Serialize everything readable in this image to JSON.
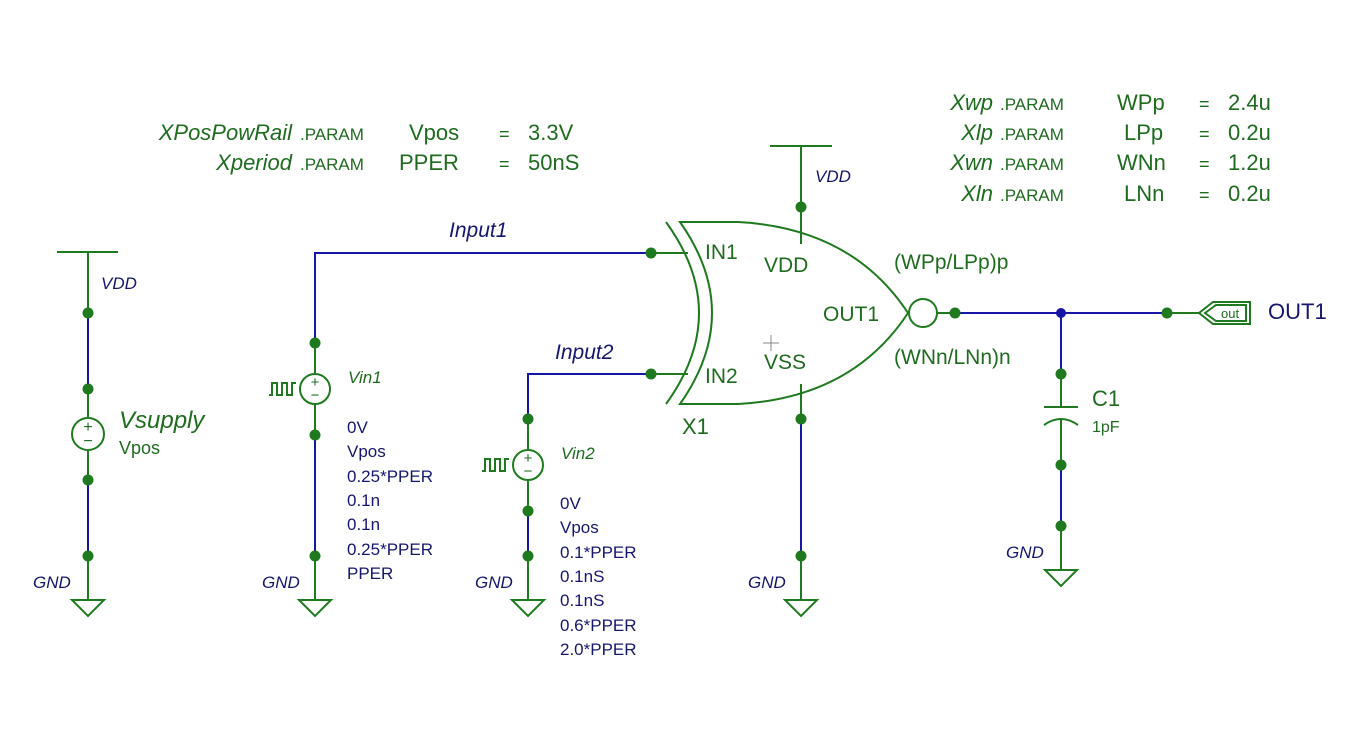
{
  "params": {
    "left": [
      {
        "inst": "XPosPowRail",
        "kw": ".PARAM",
        "name": "Vpos",
        "eq": "=",
        "value": "3.3V"
      },
      {
        "inst": "Xperiod",
        "kw": ".PARAM",
        "name": "PPER",
        "eq": "=",
        "value": "50nS"
      }
    ],
    "right": [
      {
        "inst": "Xwp",
        "kw": ".PARAM",
        "name": "WPp",
        "eq": "=",
        "value": "2.4u"
      },
      {
        "inst": "Xlp",
        "kw": ".PARAM",
        "name": "LPp",
        "eq": "=",
        "value": "0.2u"
      },
      {
        "inst": "Xwn",
        "kw": ".PARAM",
        "name": "WNn",
        "eq": "=",
        "value": "1.2u"
      },
      {
        "inst": "Xln",
        "kw": ".PARAM",
        "name": "LNn",
        "eq": "=",
        "value": "0.2u"
      }
    ]
  },
  "supply": {
    "name": "Vsupply",
    "value": "Vpos",
    "vdd": "VDD",
    "gnd": "GND"
  },
  "vin1": {
    "name": "Vin1",
    "net": "Input1",
    "gnd": "GND",
    "params": [
      "0V",
      "Vpos",
      "0.25*PPER",
      "0.1n",
      "0.1n",
      "0.25*PPER",
      "PPER"
    ]
  },
  "vin2": {
    "name": "Vin2",
    "net": "Input2",
    "gnd": "GND",
    "params": [
      "0V",
      "Vpos",
      "0.1*PPER",
      "0.1nS",
      "0.1nS",
      "0.6*PPER",
      "2.0*PPER"
    ]
  },
  "gate": {
    "name": "X1",
    "in1": "IN1",
    "in2": "IN2",
    "vdd": "VDD",
    "vss": "VSS",
    "out": "OUT1",
    "pmos": "(WPp/LPp)p",
    "nmos": "(WNn/LNn)n",
    "vdd_net": "VDD",
    "gnd_net": "GND"
  },
  "cap": {
    "name": "C1",
    "value": "1pF",
    "gnd": "GND"
  },
  "port": {
    "flag": "out",
    "label": "OUT1"
  },
  "colors": {
    "wire": "#1515a8",
    "symbol": "#1f7a1f",
    "text_param": "#1f6b1f",
    "text_net": "#16166e"
  }
}
